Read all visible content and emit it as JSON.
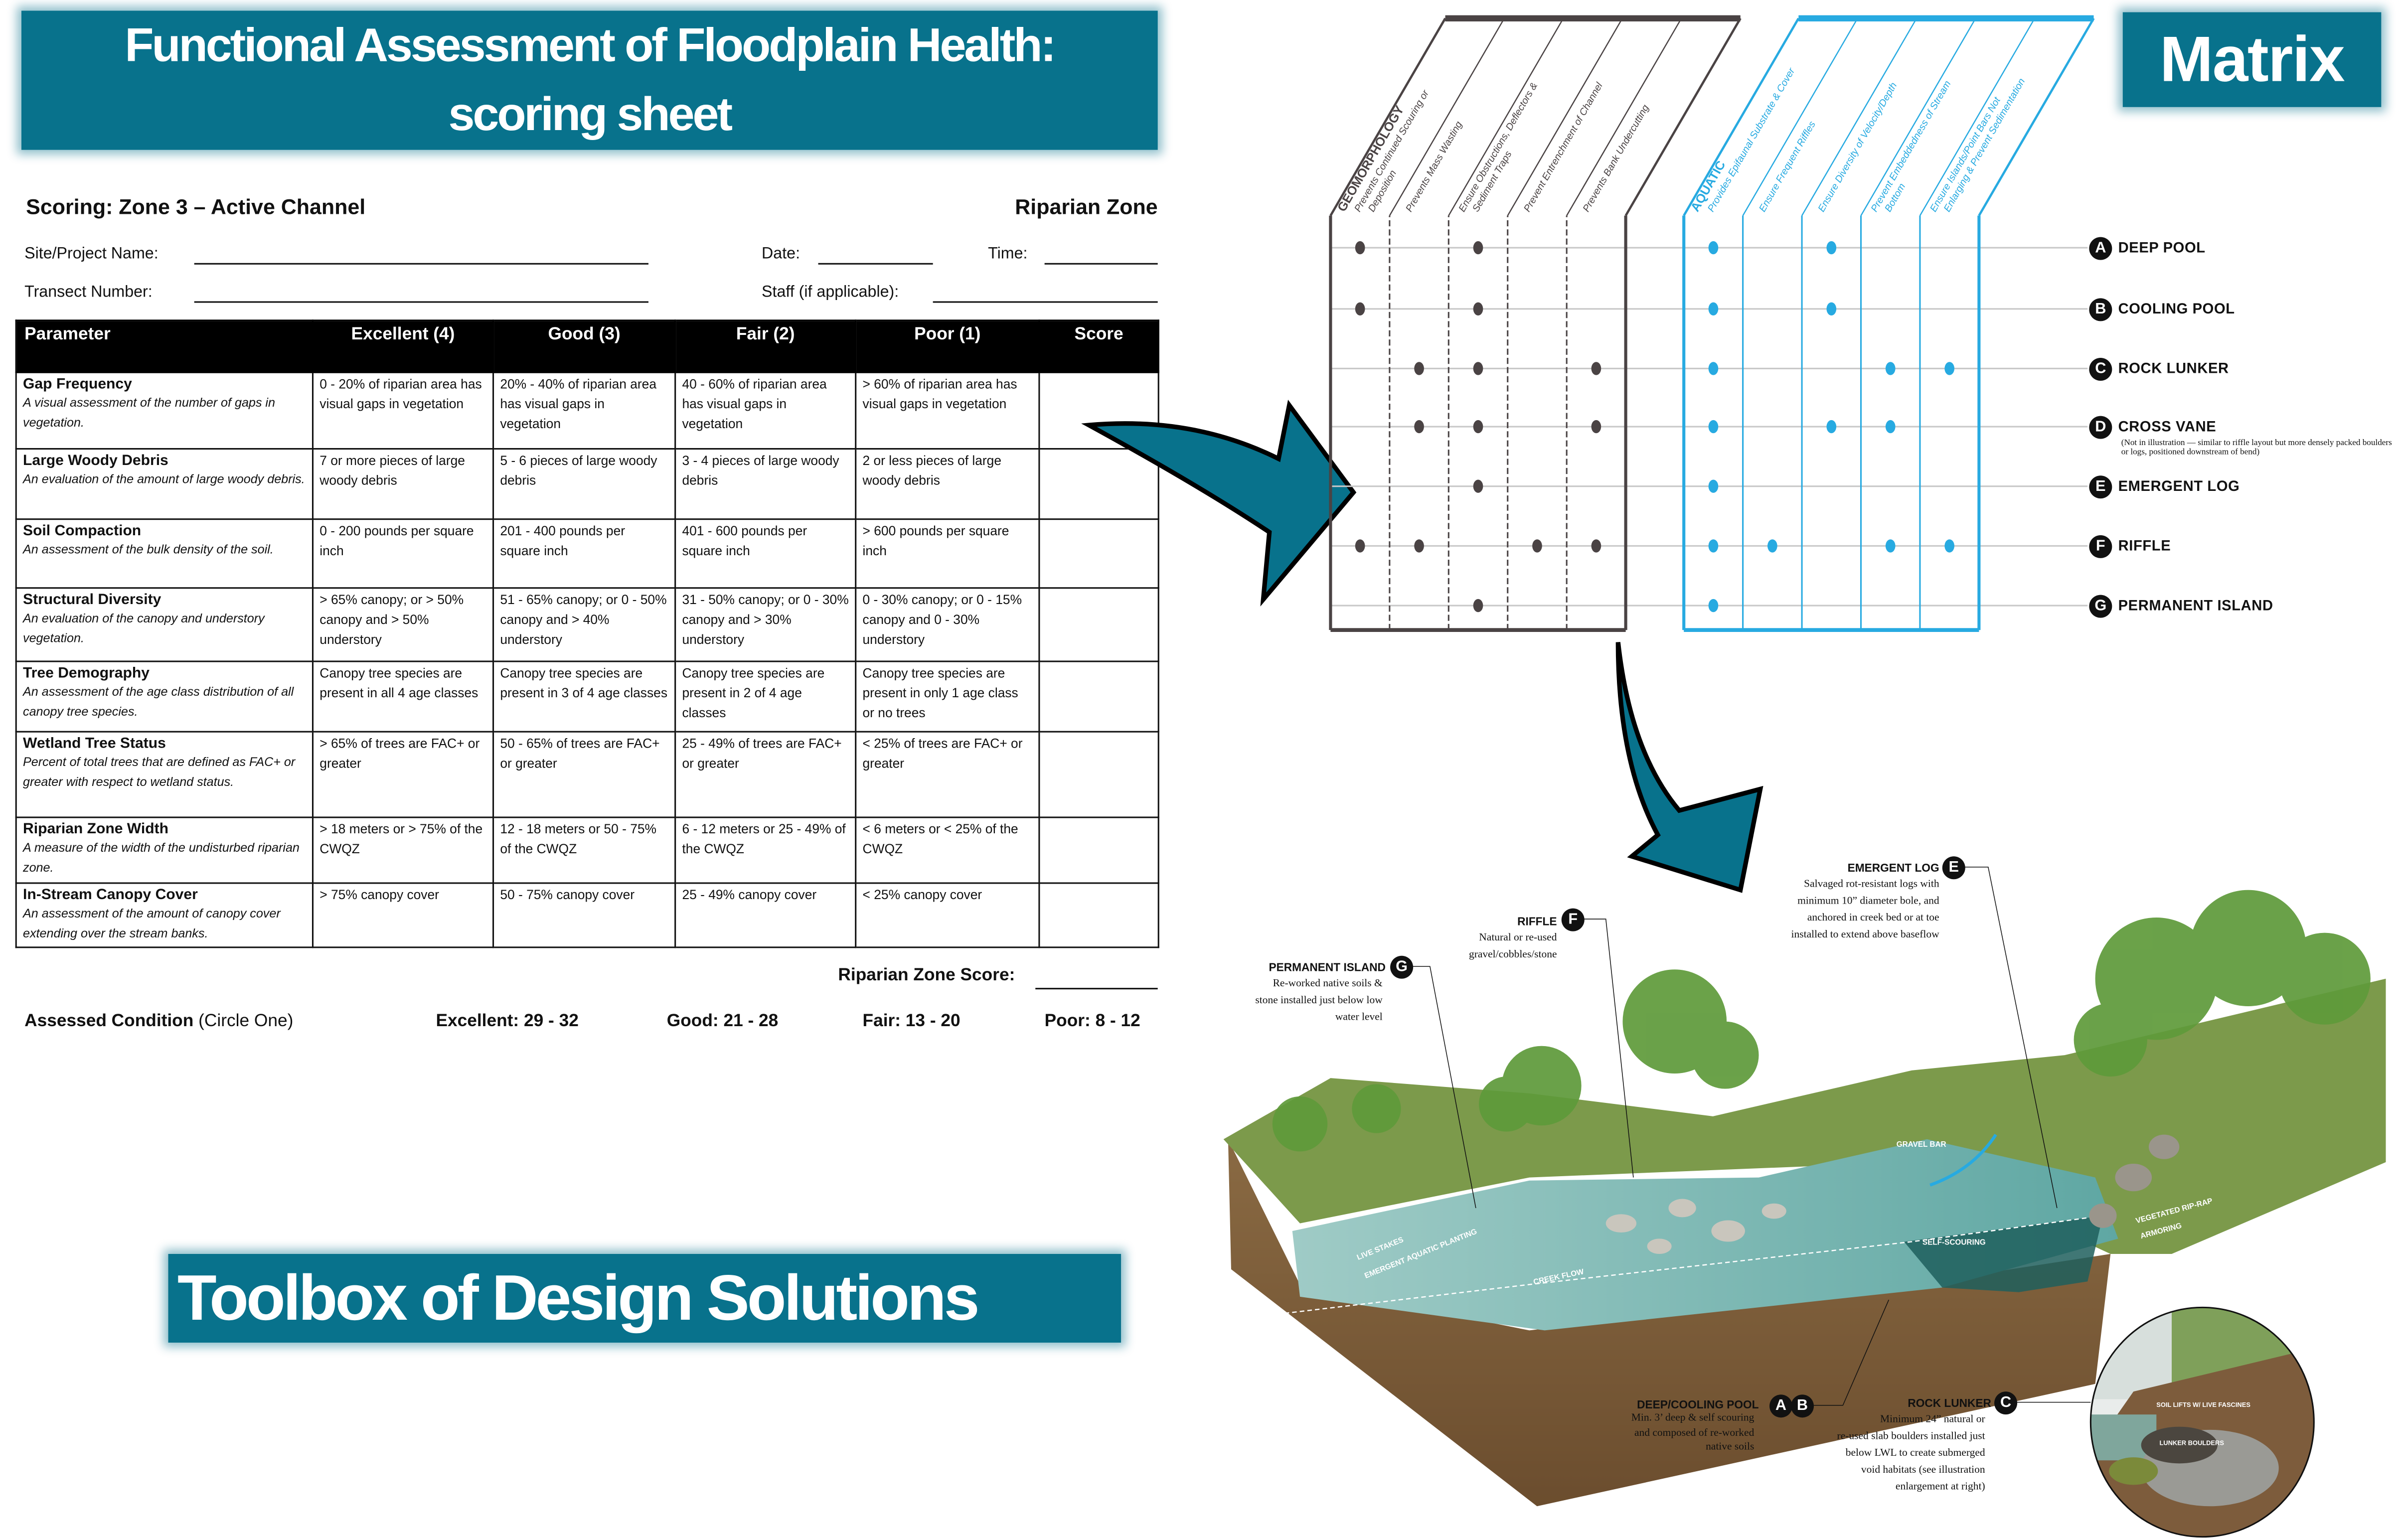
{
  "title_banner": {
    "line1": "Functional Assessment of Floodplain Health:",
    "line2": "scoring sheet"
  },
  "sheet": {
    "zone_title": "Scoring: Zone 3 – Active Channel",
    "zone_name": "Riparian Zone",
    "fields": {
      "site": "Site/Project Name:",
      "date": "Date:",
      "time": "Time:",
      "transect": "Transect Number:",
      "staff": "Staff (if applicable):"
    },
    "table": {
      "headers": [
        "Parameter",
        "Excellent (4)",
        "Good (3)",
        "Fair (2)",
        "Poor (1)",
        "Score"
      ],
      "rows": [
        {
          "param": "Gap Frequency",
          "desc": "A visual assessment of the number of gaps in vegetation.",
          "excellent": "0 - 20% of riparian area has visual gaps in vegetation",
          "good": "20% - 40% of riparian area has visual gaps in vegetation",
          "fair": "40 - 60% of riparian area has visual gaps in vegetation",
          "poor": "> 60% of riparian area has visual gaps in vegetation",
          "score": ""
        },
        {
          "param": "Large Woody Debris",
          "desc": "An evaluation of the amount of large woody debris.",
          "excellent": "7 or more pieces of large woody debris",
          "good": "5 - 6 pieces of large woody debris",
          "fair": "3 - 4 pieces of large woody debris",
          "poor": "2 or less pieces of large woody debris",
          "score": ""
        },
        {
          "param": "Soil Compaction",
          "desc": "An assessment of the bulk density of the soil.",
          "excellent": "0 - 200 pounds per square inch",
          "good": "201 - 400 pounds per square inch",
          "fair": "401 - 600 pounds per square inch",
          "poor": "> 600 pounds per square inch",
          "score": ""
        },
        {
          "param": "Structural Diversity",
          "desc": "An evaluation of the canopy and understory vegetation.",
          "excellent": "> 65% canopy; or > 50% canopy and > 50% understory",
          "good": "51 - 65% canopy; or 0 - 50% canopy and > 40% understory",
          "fair": "31 - 50% canopy; or 0 - 30% canopy and > 30% understory",
          "poor": "0 - 30% canopy; or 0 - 15% canopy and 0 - 30% understory",
          "score": ""
        },
        {
          "param": "Tree Demography",
          "desc": "An assessment of the age class distribution of all canopy tree species.",
          "excellent": "Canopy tree species are present in all 4 age classes",
          "good": "Canopy tree species are present in 3 of 4 age classes",
          "fair": "Canopy tree species are present in 2 of 4 age classes",
          "poor": "Canopy tree species are present in only 1 age class or no trees",
          "score": ""
        },
        {
          "param": "Wetland Tree Status",
          "desc": "Percent of total trees that are defined as FAC+ or greater with respect to wetland status.",
          "excellent": "> 65% of trees are FAC+ or greater",
          "good": "50 - 65% of trees are FAC+ or greater",
          "fair": "25 - 49% of trees are FAC+ or greater",
          "poor": "< 25% of trees are FAC+ or greater",
          "score": ""
        },
        {
          "param": "Riparian Zone Width",
          "desc": "A measure of the width of the undisturbed riparian zone.",
          "excellent": "> 18 meters or > 75% of the CWQZ",
          "good": "12 - 18 meters or 50 - 75% of the CWQZ",
          "fair": "6 - 12 meters or 25 - 49% of the CWQZ",
          "poor": "< 6 meters or < 25% of the CWQZ",
          "score": ""
        },
        {
          "param": "In-Stream Canopy Cover",
          "desc": "An assessment of the amount of canopy cover extending over the stream banks.",
          "excellent": "> 75% canopy cover",
          "good": "50 - 75% canopy cover",
          "fair": "25 - 49% canopy cover",
          "poor": "< 25% canopy cover",
          "score": ""
        }
      ]
    },
    "score_label": "Riparian Zone Score:",
    "assessed": {
      "label": "Assessed Condition",
      "hint": "(Circle One)",
      "ranges": [
        "Excellent:  29 - 32",
        "Good:  21 - 28",
        "Fair:  13 - 20",
        "Poor:  8 - 12"
      ]
    }
  },
  "toolbox_banner": "Toolbox of Design Solutions",
  "matrix_banner": "Matrix",
  "matrix": {
    "groups": [
      {
        "name": "GEOMORPHOLOGY",
        "color": "#4a4344",
        "columns": [
          [
            "Prevents Continued Scouring or",
            "Deposition"
          ],
          [
            "Prevents Mass Wasting"
          ],
          [
            "Ensure Obstructions, Deflectors &",
            "Sediment Traps"
          ],
          [
            "Prevent Entrenchment of Channel"
          ],
          [
            "Prevents Bank Undercutting"
          ]
        ]
      },
      {
        "name": "AQUATIC",
        "color": "#27aae1",
        "columns": [
          [
            "Provides Epifaunal Substrate & Cover"
          ],
          [
            "Ensure Frequent Riffles"
          ],
          [
            "Ensure Diversity of Velocity/Depth"
          ],
          [
            "Prevent Embeddedness of Stream",
            "Bottom"
          ],
          [
            "Ensure Islands/Point Bars Not",
            "Enlarging & Prevent Sedimentation"
          ]
        ]
      }
    ],
    "rows": [
      {
        "letter": "A",
        "label": "DEEP POOL",
        "geo": [
          1,
          0,
          1,
          0,
          0
        ],
        "aqua": [
          1,
          0,
          1,
          0,
          0
        ]
      },
      {
        "letter": "B",
        "label": "COOLING POOL",
        "geo": [
          1,
          0,
          1,
          0,
          0
        ],
        "aqua": [
          1,
          0,
          1,
          0,
          0
        ]
      },
      {
        "letter": "C",
        "label": "ROCK LUNKER",
        "geo": [
          0,
          1,
          1,
          0,
          1
        ],
        "aqua": [
          1,
          0,
          0,
          1,
          1
        ]
      },
      {
        "letter": "D",
        "label": "CROSS VANE",
        "note": "(Not in illustration — similar to riffle layout but more densely packed boulders or logs, positioned downstream of bend)",
        "geo": [
          0,
          1,
          1,
          0,
          1
        ],
        "aqua": [
          1,
          0,
          1,
          1,
          0
        ]
      },
      {
        "letter": "E",
        "label": "EMERGENT LOG",
        "geo": [
          0,
          0,
          1,
          0,
          0
        ],
        "aqua": [
          1,
          0,
          0,
          0,
          0
        ]
      },
      {
        "letter": "F",
        "label": "RIFFLE",
        "geo": [
          1,
          1,
          0,
          1,
          1
        ],
        "aqua": [
          1,
          1,
          0,
          1,
          1
        ]
      },
      {
        "letter": "G",
        "label": "PERMANENT ISLAND",
        "geo": [
          0,
          0,
          1,
          0,
          0
        ],
        "aqua": [
          1,
          0,
          0,
          0,
          0
        ]
      }
    ]
  },
  "illustration": {
    "callouts": {
      "emergent_log": {
        "badge": "E",
        "title": "EMERGENT LOG",
        "desc": [
          "Salvaged rot-resistant logs with",
          "minimum 10” diameter bole, and",
          "anchored in creek bed or at toe",
          "installed to extend above baseflow"
        ]
      },
      "riffle": {
        "badge": "F",
        "title": "RIFFLE",
        "desc": [
          "Natural or re-used",
          "gravel/cobbles/stone"
        ]
      },
      "permanent_island": {
        "badge": "G",
        "title": "PERMANENT ISLAND",
        "desc": [
          "Re-worked native soils &",
          "stone installed just below low",
          "water level"
        ]
      },
      "pool": {
        "badges": [
          "A",
          "B"
        ],
        "title": "DEEP/COOLING POOL",
        "desc": [
          "Min. 3’ deep & self scouring",
          "and composed of re-worked",
          "native soils"
        ]
      },
      "rock_lunker": {
        "badge": "C",
        "title": "ROCK LUNKER",
        "desc": [
          "Minimum 24” natural or",
          "re-used slab boulders installed just",
          "below LWL to create submerged",
          "void habitats (see illustration",
          "enlargement at right)"
        ]
      }
    },
    "labels": {
      "gravel_bar": "GRAVEL BAR",
      "self_scouring": "SELF-SCOURING",
      "creek_flow": "CREEK FLOW",
      "live_stakes": "LIVE STAKES",
      "emergent_planting": "EMERGENT AQUATIC PLANTING",
      "riprap1": "VEGETATED RIP-RAP",
      "riprap2": "ARMORING",
      "soil_lifts": "SOIL LIFTS W/ LIVE FASCINES",
      "lunker_boulders": "LUNKER BOULDERS"
    }
  },
  "colors": {
    "banner": "#08728c",
    "arrow": "#08728c",
    "geo": "#4a4344",
    "aqua": "#27aae1"
  }
}
